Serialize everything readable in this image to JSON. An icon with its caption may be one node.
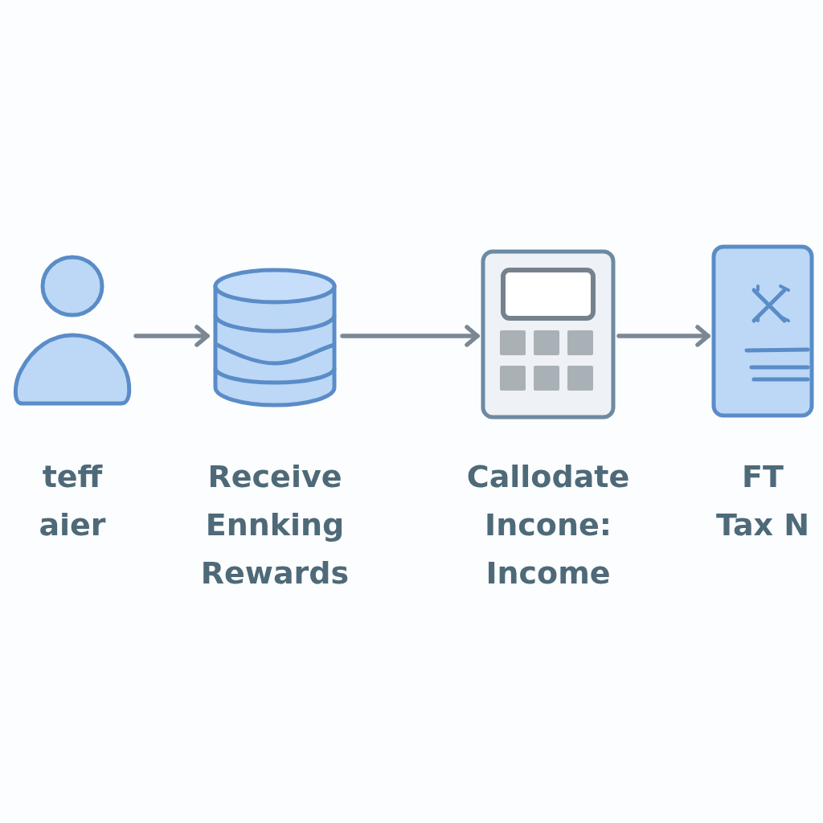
{
  "diagram": {
    "nodes": [
      {
        "text": [],
        "shape": "person",
        "beside": [
          "teff aier"
        ]
      },
      {
        "text": [],
        "shape": "cylinder",
        "beside": [
          "Receive Ennking Rewards"
        ]
      },
      {
        "text": [],
        "shape": "calculator",
        "beside": [
          "Callodate Incone: Income"
        ]
      },
      {
        "text": [],
        "shape": "document",
        "beside": [
          "FT Tax N"
        ]
      }
    ],
    "edges": [
      {
        "from": 0,
        "to": 1,
        "arrow": "to"
      },
      {
        "from": 1,
        "to": 2,
        "arrow": "to"
      },
      {
        "from": 2,
        "to": 3,
        "arrow": "to"
      }
    ]
  }
}
